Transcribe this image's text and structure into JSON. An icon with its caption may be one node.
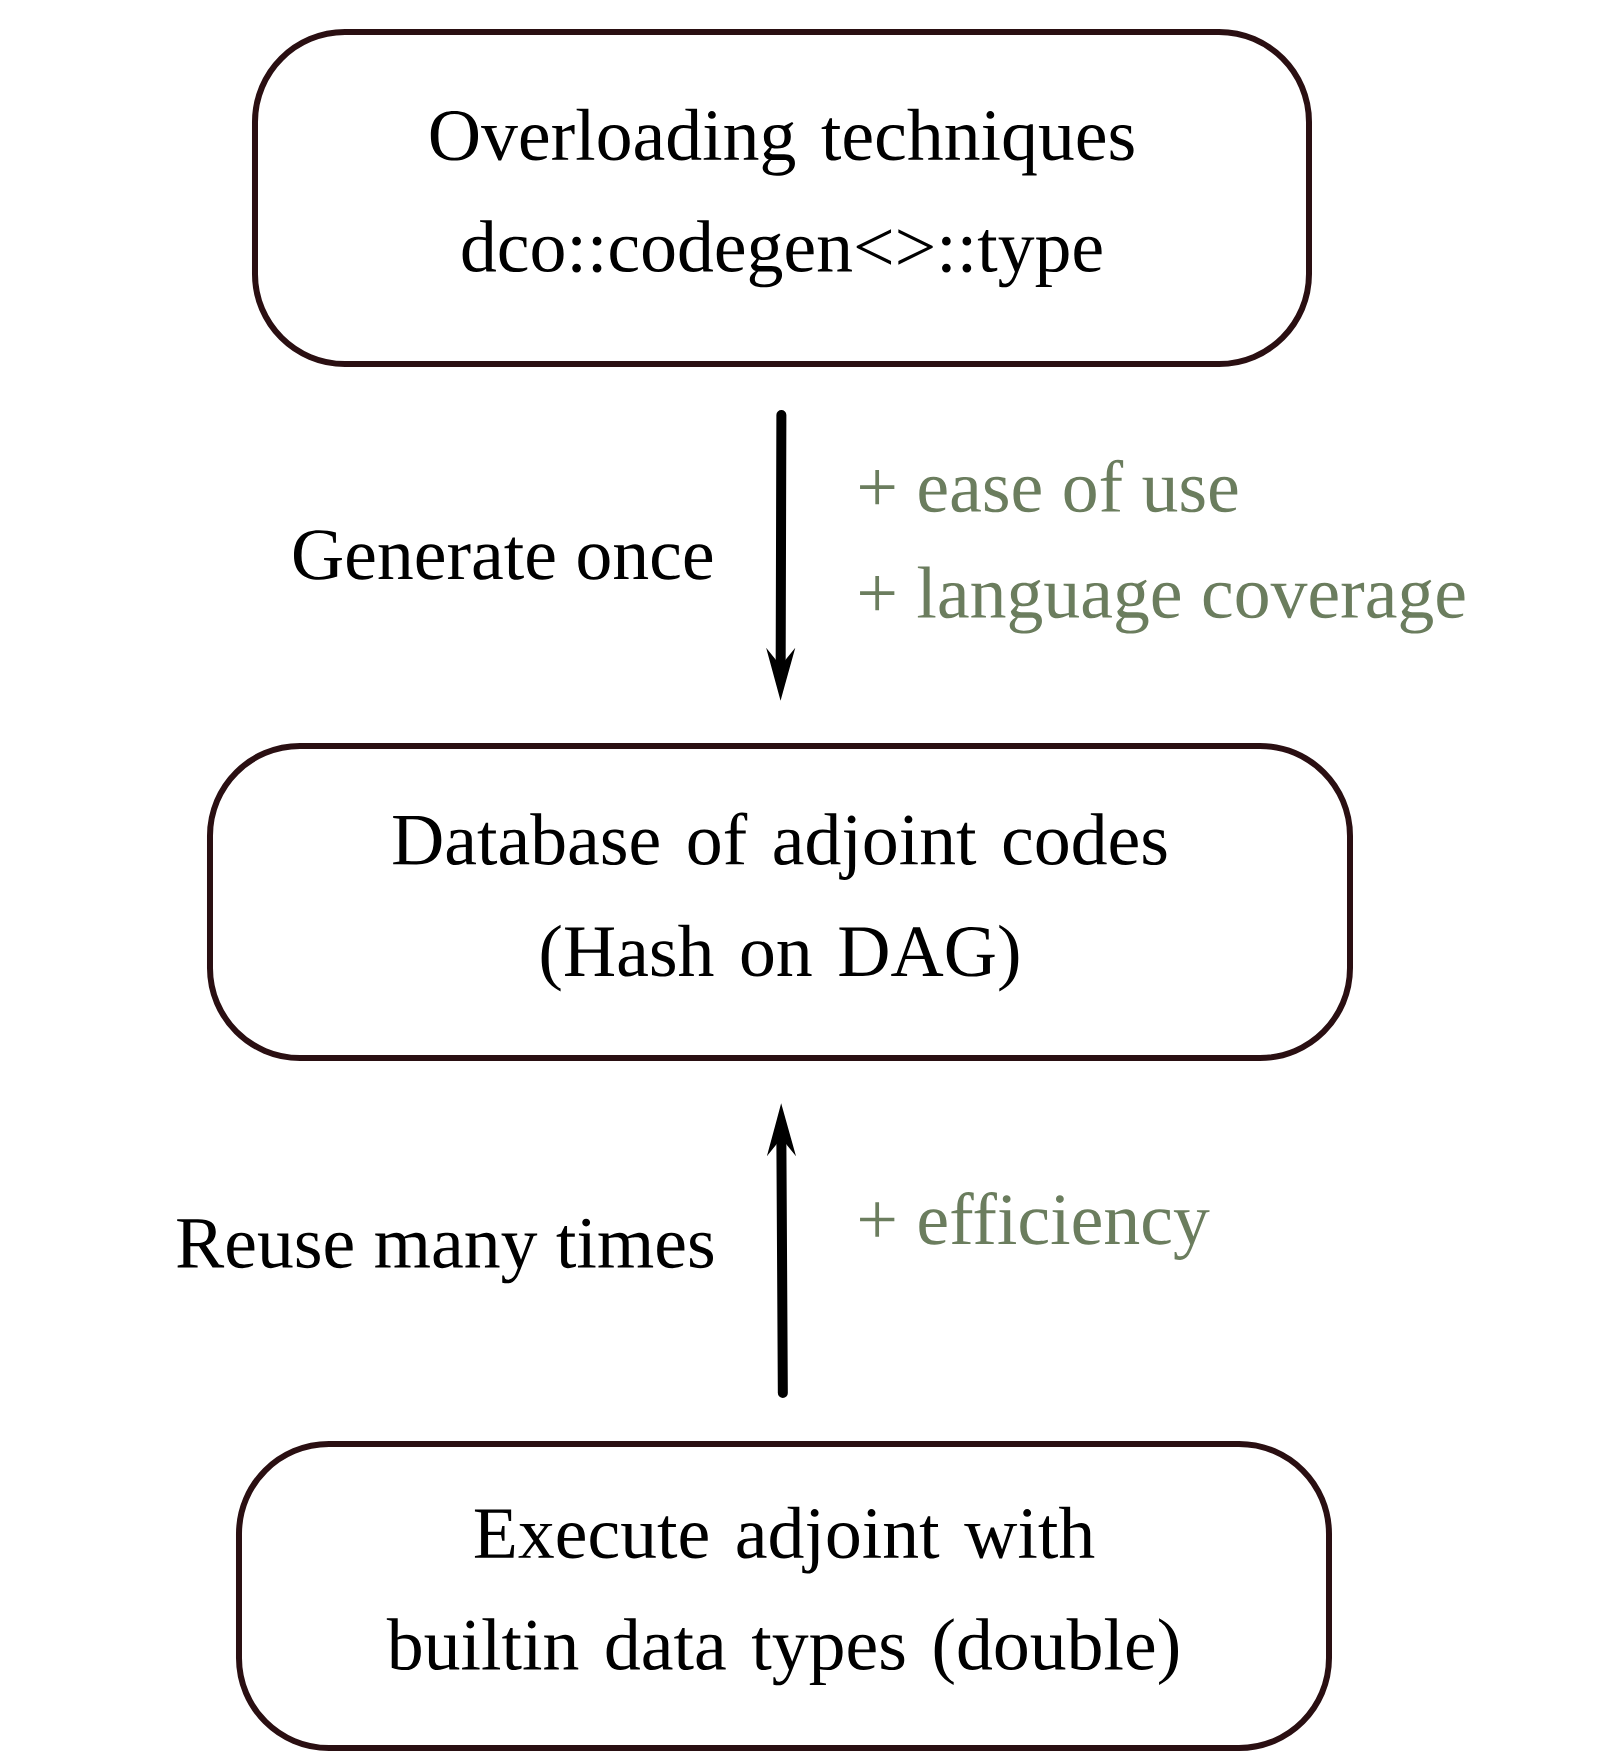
{
  "diagram": {
    "nodes": [
      {
        "text": [
          "Overloading techniques",
          "dco::codegen<>::type"
        ]
      },
      {
        "text": [
          "Database of adjoint codes",
          "(Hash on DAG)"
        ]
      },
      {
        "text": [
          "Execute adjoint with builtin data types (double)"
        ]
      }
    ],
    "edges": [
      {
        "from": 0,
        "to": 1,
        "arrow": "to",
        "label": "Generate once"
      },
      {
        "from": 2,
        "to": 1,
        "arrow": "to",
        "label": "Reuse many times"
      }
    ],
    "labels": [
      "+ ease of use",
      "+ language coverage",
      "+ efficiency"
    ]
  }
}
